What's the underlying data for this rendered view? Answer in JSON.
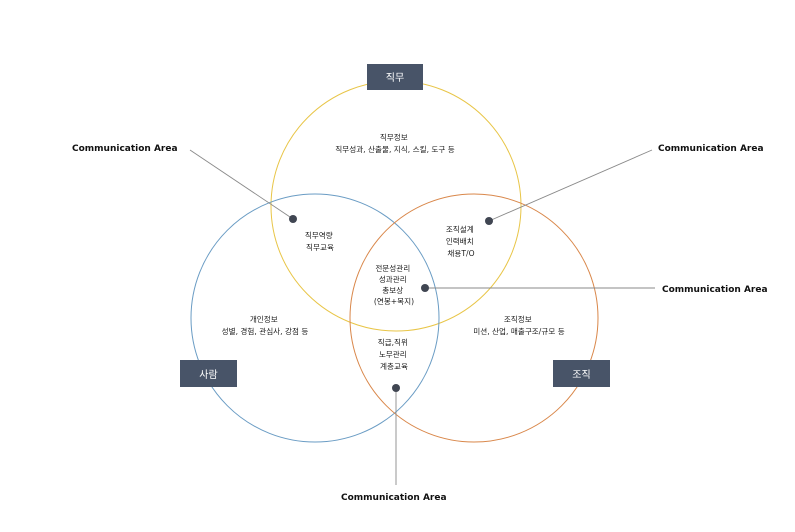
{
  "colors": {
    "job_circle": "#e8c547",
    "person_circle": "#6a9cc4",
    "org_circle": "#d9874a",
    "box_fill": "#485468",
    "line": "#8a8a8a",
    "dot": "#404652"
  },
  "boxes": {
    "job": "직무",
    "person": "사람",
    "org": "조직"
  },
  "regions": {
    "job_info": [
      "직무정보",
      "직무성과, 산출물, 지식, 스킬, 도구 등"
    ],
    "job_person": [
      "직무역량",
      "직무교육"
    ],
    "job_org": [
      "조직설계",
      "인력배치",
      "채용T/O"
    ],
    "center": [
      "전문성관리",
      "성과관리",
      "총보상",
      "(연봉+복지)"
    ],
    "person_info": [
      "개인정보",
      "성별, 경험, 관심사, 강점 등"
    ],
    "org_info": [
      "조직정보",
      "미션, 산업, 매출구조/규모 등"
    ],
    "person_org": [
      "직급,직위",
      "노무관리",
      "계층교육"
    ]
  },
  "callouts": {
    "top_left": "Communication Area",
    "top_right": "Communication Area",
    "middle_right": "Communication Area",
    "bottom": "Communication Area"
  }
}
